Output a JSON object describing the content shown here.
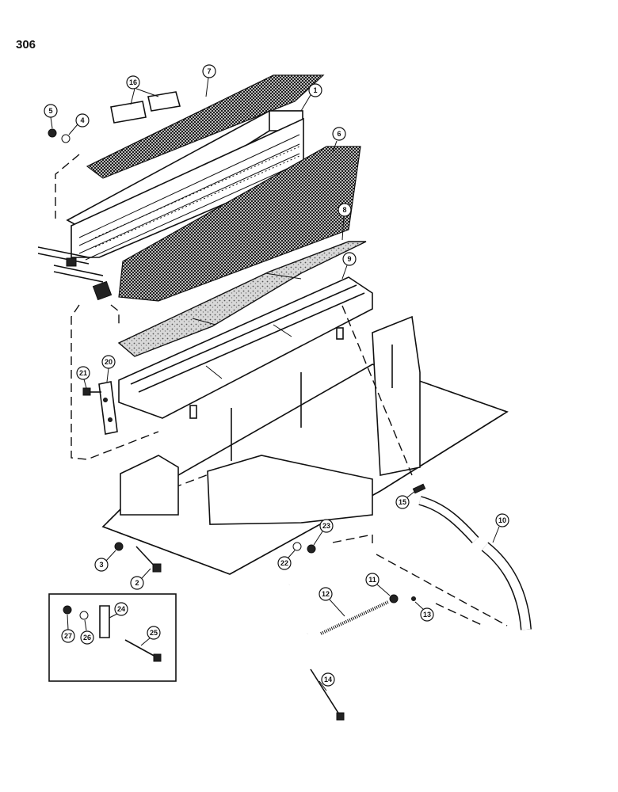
{
  "page": {
    "number": "306"
  },
  "callouts": {
    "c1": "1",
    "c2": "2",
    "c3": "3",
    "c4": "4",
    "c5": "5",
    "c6": "6",
    "c7": "7",
    "c8": "8",
    "c9": "9",
    "c10": "10",
    "c11": "11",
    "c12": "12",
    "c13": "13",
    "c14": "14",
    "c15": "15",
    "c16": "16",
    "c20": "20",
    "c21": "21",
    "c22": "22",
    "c23": "23",
    "c24": "24",
    "c25": "25",
    "c26": "26",
    "c27": "27"
  }
}
